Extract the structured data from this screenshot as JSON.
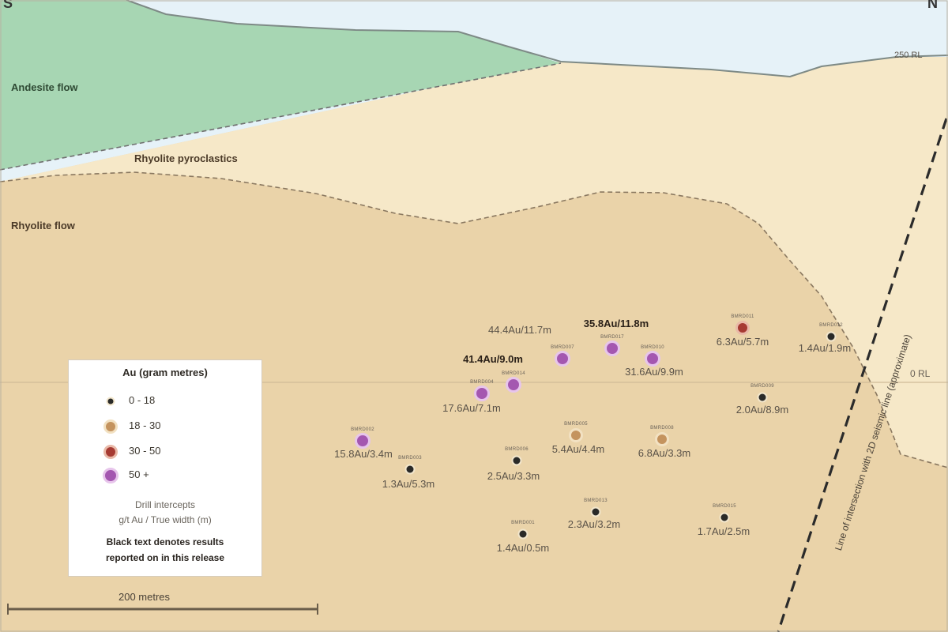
{
  "corner_labels": {
    "left": "S",
    "right": "N"
  },
  "elevation_top": "250 RL",
  "elevation_mid": "0 RL",
  "units": {
    "andesite": "Andesite flow",
    "pyroclastics": "Rhyolite pyroclastics",
    "rhyolite_flow": "Rhyolite flow"
  },
  "fault_label": "Line of intersection with 2D seismic line (approximate)",
  "legend": {
    "title": "Au (gram metres)",
    "classes": [
      {
        "label": "0 - 18",
        "color": "#2a2a28",
        "ring": "#f2e6cc"
      },
      {
        "label": "18 - 30",
        "color": "#c4935e",
        "ring": "#f2e1c2"
      },
      {
        "label": "30 - 50",
        "color": "#a63a32",
        "ring": "#e9b9a8"
      },
      {
        "label": "50 +",
        "color": "#a457b0",
        "ring": "#e7c5eb"
      }
    ],
    "note_line1": "Drill intercepts",
    "note_line2": "g/t Au / True width (m)",
    "bold_line1": "Black text denotes results",
    "bold_line2": "reported on in this release"
  },
  "scale_bar": "200 metres",
  "intercepts": [
    {
      "cls": 3,
      "tag": "BMRD007",
      "text": "44.4Au/11.7m",
      "new": false
    },
    {
      "cls": 3,
      "tag": "BMRD017",
      "text": "35.8Au/11.8m",
      "new": true
    },
    {
      "cls": 3,
      "tag": "BMRD014",
      "text": "41.4Au/9.0m",
      "new": true
    },
    {
      "cls": 3,
      "tag": "BMRD010",
      "text": "31.6Au/9.9m",
      "new": false
    },
    {
      "cls": 2,
      "tag": "BMRD011",
      "text": "6.3Au/5.7m",
      "new": false
    },
    {
      "cls": 0,
      "tag": "BMRD012",
      "text": "1.4Au/1.9m",
      "new": false
    },
    {
      "cls": 3,
      "tag": "BMRD004",
      "text": "17.6Au/7.1m",
      "new": false
    },
    {
      "cls": 0,
      "tag": "BMRD009",
      "text": "2.0Au/8.9m",
      "new": false
    },
    {
      "cls": 3,
      "tag": "BMRD002",
      "text": "15.8Au/3.4m",
      "new": false
    },
    {
      "cls": 1,
      "tag": "BMRD005",
      "text": "5.4Au/4.4m",
      "new": false
    },
    {
      "cls": 1,
      "tag": "BMRD008",
      "text": "6.8Au/3.3m",
      "new": false
    },
    {
      "cls": 0,
      "tag": "BMRD003",
      "text": "1.3Au/5.3m",
      "new": false
    },
    {
      "cls": 0,
      "tag": "BMRD006",
      "text": "2.5Au/3.3m",
      "new": false
    },
    {
      "cls": 0,
      "tag": "BMRD013",
      "text": "2.3Au/3.2m",
      "new": false
    },
    {
      "cls": 0,
      "tag": "BMRD015",
      "text": "1.7Au/2.5m",
      "new": false
    },
    {
      "cls": 0,
      "tag": "BMRD001",
      "text": "1.4Au/0.5m",
      "new": false
    }
  ]
}
